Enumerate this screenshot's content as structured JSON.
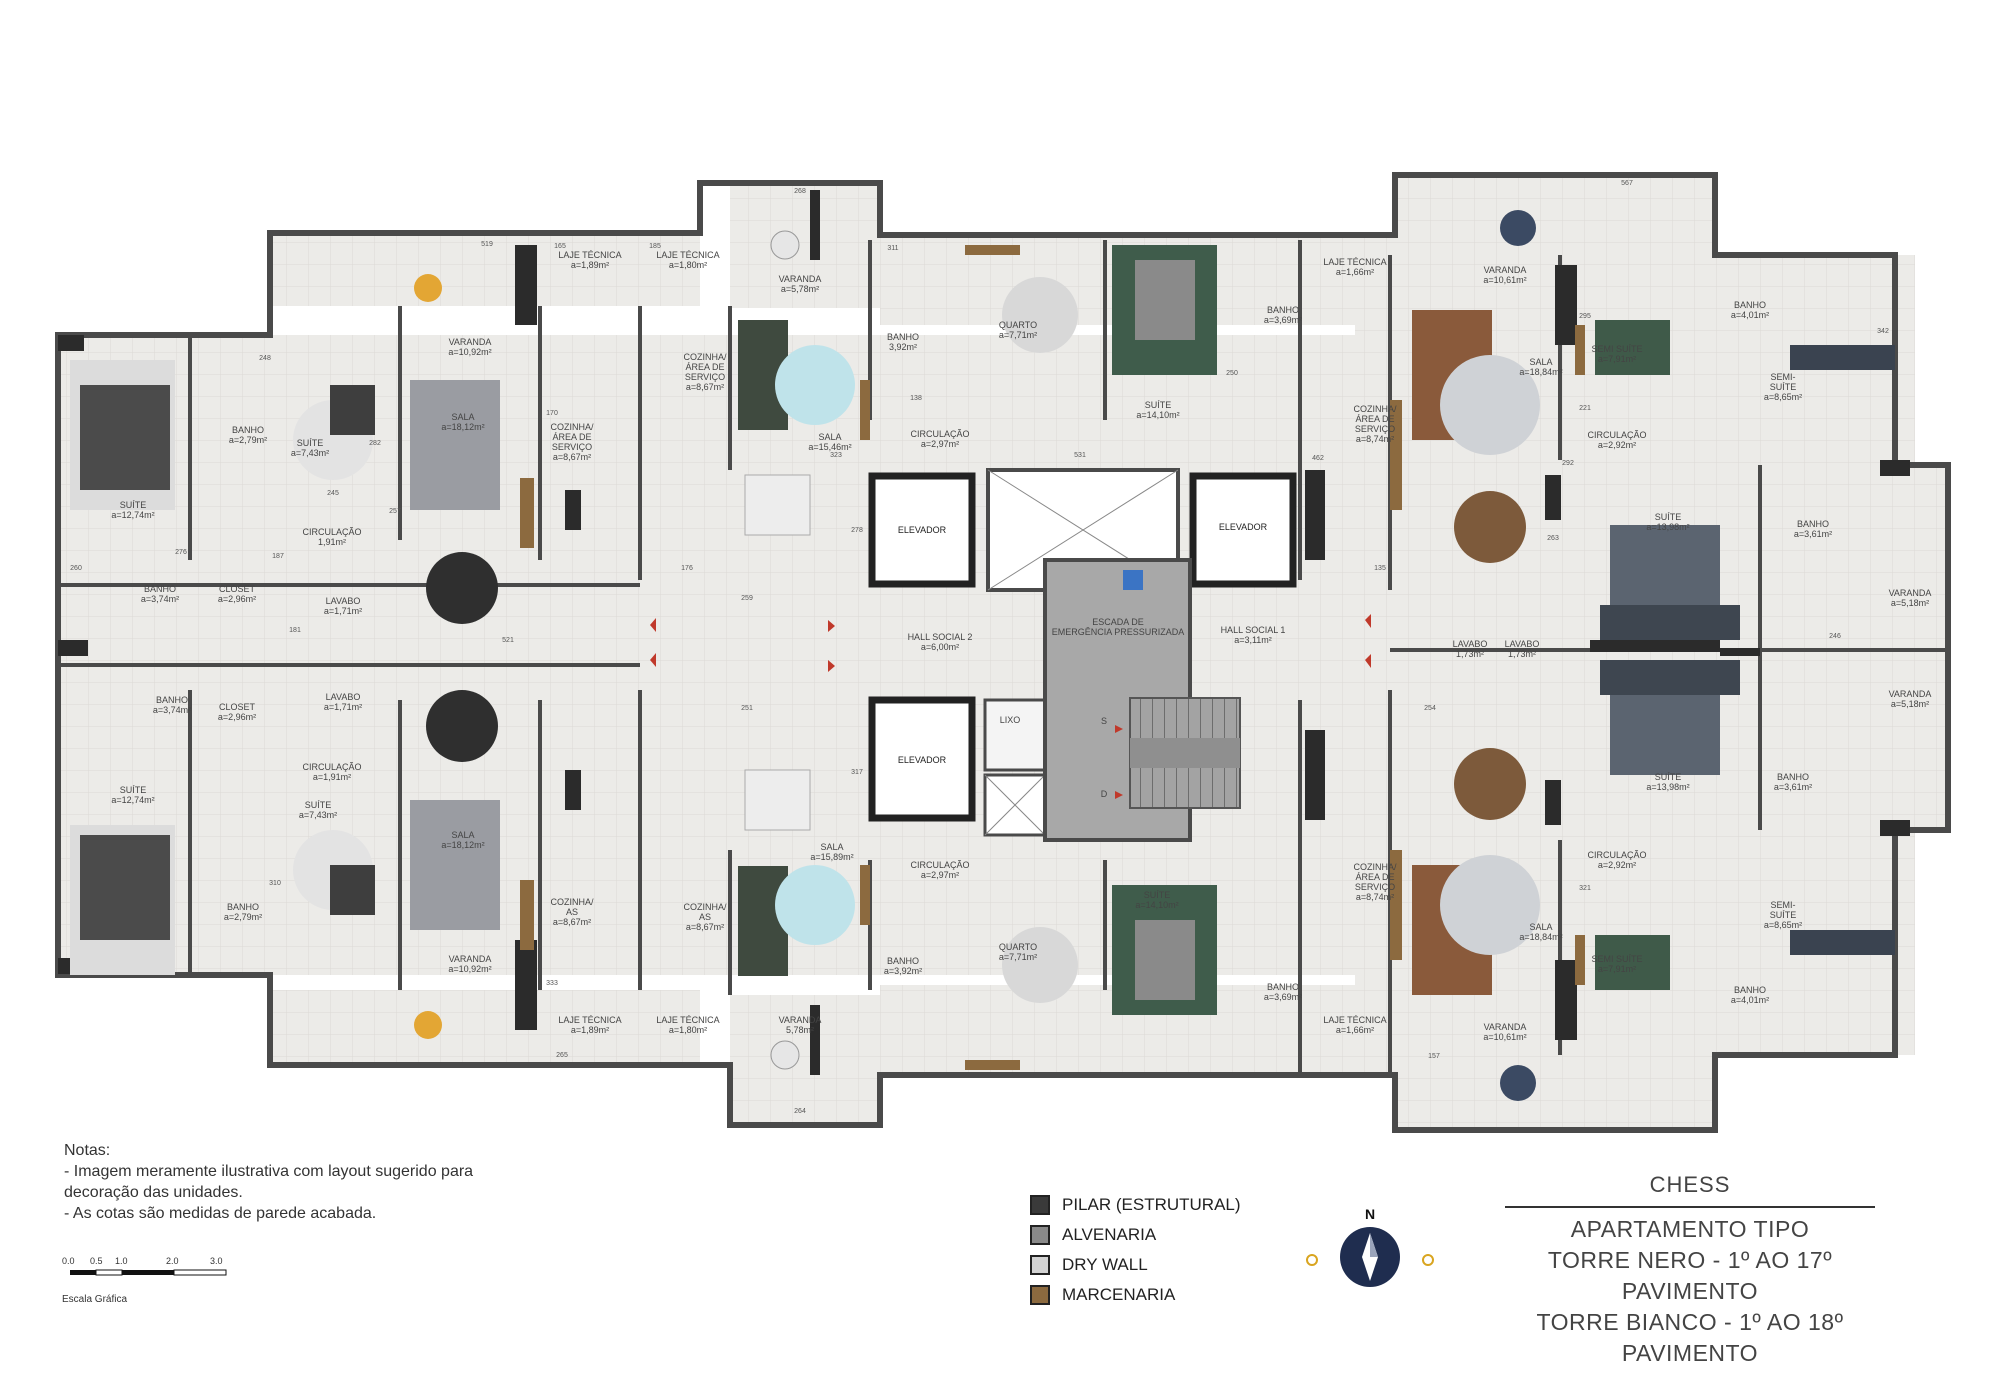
{
  "plan_labels": {
    "left_top": {
      "varanda_top": [
        "VARANDA",
        "a=10,92m²"
      ],
      "laje1": [
        "LAJE TÉCNICA",
        "a=1,89m²"
      ],
      "laje2": [
        "LAJE TÉCNICA",
        "a=1,80m²"
      ],
      "cozinha_outer": [
        "COZINHA/",
        "ÁREA DE",
        "SERVIÇO",
        "a=8,67m²"
      ],
      "cozinha_inner": [
        "COZINHA/",
        "ÁREA DE",
        "SERVIÇO",
        "a=8,67m²"
      ],
      "suite_main": [
        "SUÍTE",
        "a=12,74m²"
      ],
      "banho_suite": [
        "BANHO",
        "a=2,79m²"
      ],
      "suite_small": [
        "SUÍTE",
        "a=7,43m²"
      ],
      "sala": [
        "SALA",
        "a=18,12m²"
      ],
      "circulacao": [
        "CIRCULAÇÃO",
        "1,91m²"
      ],
      "banho_social": [
        "BANHO",
        "a=3,74m²"
      ],
      "closet": [
        "CLOSET",
        "a=2,96m²"
      ],
      "lavabo": [
        "LAVABO",
        "a=1,71m²"
      ]
    },
    "left_bottom": {
      "banho_social": [
        "BANHO",
        "a=3,74m²"
      ],
      "closet": [
        "CLOSET",
        "a=2,96m²"
      ],
      "lavabo": [
        "LAVABO",
        "a=1,71m²"
      ],
      "circulacao": [
        "CIRCULAÇÃO",
        "a=1,91m²"
      ],
      "suite_main": [
        "SUÍTE",
        "a=12,74m²"
      ],
      "suite_small": [
        "SUÍTE",
        "a=7,43m²"
      ],
      "sala": [
        "SALA",
        "a=18,12m²"
      ],
      "banho_suite": [
        "BANHO",
        "a=2,79m²"
      ],
      "cozinha_outer": [
        "COZINHA/",
        "AS",
        "a=8,67m²"
      ],
      "cozinha_inner": [
        "COZINHA/",
        "AS",
        "a=8,67m²"
      ],
      "varanda_bottom": [
        "VARANDA",
        "a=10,92m²"
      ],
      "laje1": [
        "LAJE TÉCNICA",
        "a=1,89m²"
      ],
      "laje2": [
        "LAJE TÉCNICA",
        "a=1,80m²"
      ]
    },
    "center": {
      "varanda_top": [
        "VARANDA",
        "a=5,78m²"
      ],
      "banho_top_left": [
        "BANHO",
        "3,92m²"
      ],
      "quarto_top": [
        "QUARTO",
        "a=7,71m²"
      ],
      "banho_top_right": [
        "BANHO",
        "a=3,69m²"
      ],
      "laje_top": [
        "LAJE TÉCNICA",
        "a=1,66m²"
      ],
      "sala_top": [
        "SALA",
        "a=15,46m²"
      ],
      "circ_top": [
        "CIRCULAÇÃO",
        "a=2,97m²"
      ],
      "suite_top": [
        "SUÍTE",
        "a=14,10m²"
      ],
      "cozinha_top": [
        "COZINHA/",
        "ÁREA DE",
        "SERVIÇO",
        "a=8,74m²"
      ],
      "elevador_1": "ELEVADOR",
      "elevador_2": "ELEVADOR",
      "elevador_3": "ELEVADOR",
      "lixo": "LIXO",
      "hall_2": [
        "HALL SOCIAL 2",
        "a=6,00m²"
      ],
      "escada": [
        "ESCADA DE",
        "EMERGÊNCIA PRESSURIZADA"
      ],
      "hall_1": [
        "HALL SOCIAL 1",
        "a=3,11m²"
      ],
      "stair_s": "S",
      "stair_d": "D",
      "sala_bottom": [
        "SALA",
        "a=15,89m²"
      ],
      "circ_bottom": [
        "CIRCULAÇÃO",
        "a=2,97m²"
      ],
      "suite_bottom": [
        "SUÍTE",
        "a=14,10m²"
      ],
      "cozinha_bottom": [
        "COZINHA/",
        "ÁREA DE",
        "SERVIÇO",
        "a=8,74m²"
      ],
      "banho_bottom_left": [
        "BANHO",
        "a=3,92m²"
      ],
      "quarto_bottom": [
        "QUARTO",
        "a=7,71m²"
      ],
      "banho_bottom_right": [
        "BANHO",
        "a=3,69m²"
      ],
      "varanda_bottom": [
        "VARANDA",
        "5,78m²"
      ],
      "laje_bottom": [
        "LAJE TÉCNICA",
        "a=1,66m²"
      ]
    },
    "right_top": {
      "varanda": [
        "VARANDA",
        "a=10,61m²"
      ],
      "sala": [
        "SALA",
        "a=18,84m²"
      ],
      "semi_suite": [
        "SEMI SUÍTE",
        "a=7,91m²"
      ],
      "banho_a": [
        "BANHO",
        "a=4,01m²"
      ],
      "semi_suite_2": [
        "SEMI-",
        "SUÍTE",
        "a=8,65m²"
      ],
      "circulacao": [
        "CIRCULAÇÃO",
        "a=2,92m²"
      ],
      "suite": [
        "SUÍTE",
        "a=13,98m²"
      ],
      "banho_b": [
        "BANHO",
        "a=3,61m²"
      ],
      "varanda_small": [
        "VARANDA",
        "a=5,18m²"
      ],
      "lavabo_a": [
        "LAVABO",
        "1,73m²"
      ],
      "lavabo_b": [
        "LAVABO",
        "1,73m²"
      ]
    },
    "right_bottom": {
      "varanda_small": [
        "VARANDA",
        "a=5,18m²"
      ],
      "suite": [
        "SUÍTE",
        "a=13,98m²"
      ],
      "banho_b": [
        "BANHO",
        "a=3,61m²"
      ],
      "circulacao": [
        "CIRCULAÇÃO",
        "a=2,92m²"
      ],
      "sala": [
        "SALA",
        "a=18,84m²"
      ],
      "semi_suite": [
        "SEMI SUÍTE",
        "a=7,91m²"
      ],
      "semi_suite_2": [
        "SEMI-",
        "SUÍTE",
        "a=8,65m²"
      ],
      "banho_a": [
        "BANHO",
        "a=4,01m²"
      ],
      "varanda": [
        "VARANDA",
        "a=10,61m²"
      ]
    },
    "dims": [
      "519",
      "165",
      "185",
      "268",
      "311",
      "567",
      "342",
      "170",
      "282",
      "245",
      "257",
      "276",
      "260",
      "187",
      "181",
      "521",
      "323",
      "531",
      "278",
      "176",
      "259",
      "251",
      "317",
      "462",
      "135",
      "246",
      "254",
      "263",
      "292",
      "221",
      "295",
      "321",
      "250",
      "138",
      "157",
      "265",
      "264",
      "333",
      "248",
      "310"
    ]
  },
  "notes": {
    "heading": "Notas:",
    "line1": "- Imagem meramente ilustrativa com layout sugerido para",
    "line2": "decoração das unidades.",
    "line3": "- As cotas são medidas de parede acabada."
  },
  "scale_bar": {
    "ticks": [
      "0.0",
      "0.5",
      "1.0",
      "2.0",
      "3.0"
    ],
    "label": "Escala Gráfica"
  },
  "legend": [
    {
      "label": "PILAR (ESTRUTURAL)",
      "color": "#3a3a3a"
    },
    {
      "label": "ALVENARIA",
      "color": "#8a8a8a"
    },
    {
      "label": "DRY WALL",
      "color": "#d2d2d2"
    },
    {
      "label": "MARCENARIA",
      "color": "#8c6a3f"
    }
  ],
  "compass": {
    "label": "N"
  },
  "title_block": {
    "brand": "CHESS",
    "line1": "APARTAMENTO TIPO",
    "line2": "TORRE NERO - 1º AO 17º PAVIMENTO",
    "line3": "TORRE BIANCO - 1º AO 18º PAVIMENTO"
  },
  "colors": {
    "floor": "#ecebe8",
    "tile_line": "#dcdad6",
    "wall": "#4a4a4a",
    "pillar": "#2b2b2b",
    "drywall": "#cfcfcf",
    "wood": "#8c6a3f",
    "sofa_brown": "#8a5a3b",
    "accent_red": "#c0392b",
    "compass_blue": "#1f2d4f"
  }
}
